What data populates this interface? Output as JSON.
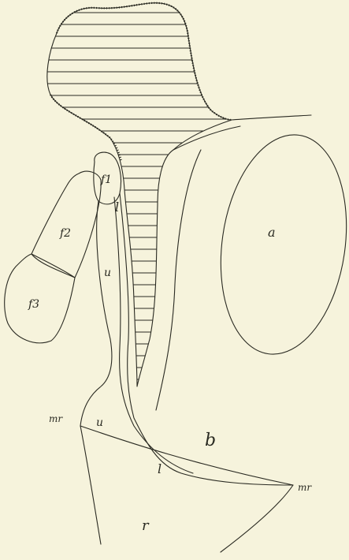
{
  "labels": {
    "a": "a",
    "b": "b",
    "r": "r",
    "f1": "f1",
    "f2": "f2",
    "f3": "f3",
    "l_upper": "l",
    "l_lower": "l",
    "u_upper": "u",
    "u_lower": "u",
    "m_left": "mr",
    "m_right": "mr"
  },
  "colors": {
    "paper": "#f6f3dc",
    "ink": "#2a2a22"
  }
}
